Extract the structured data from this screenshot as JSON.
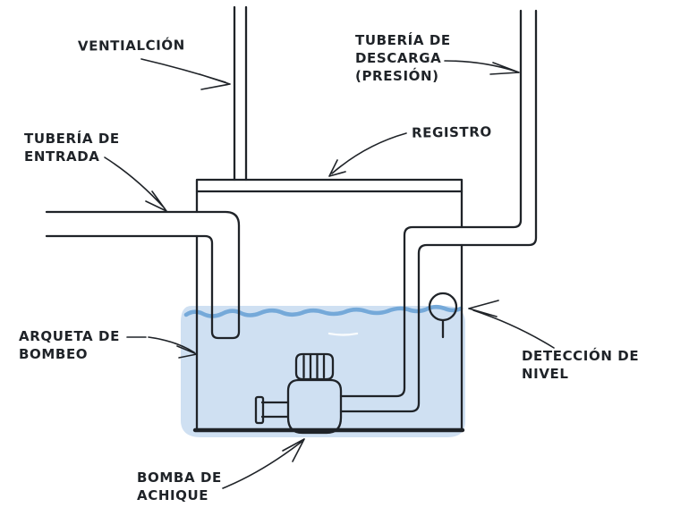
{
  "labels": {
    "ventilation": "VENTIALCIÓN",
    "discharge_pipe": "TUBERÍA DE\nDESCARGA\n(PRESIÓN)",
    "inlet_pipe": "TUBERÍA DE\nENTRADA",
    "access_cover": "REGISTRO",
    "pump_pit": "ARQUETA DE\nBOMBEO",
    "level_detection": "DETECCIÓN DE\nNIVEL",
    "sump_pump": "BOMBA DE\nACHIQUE"
  },
  "colors": {
    "ink": "#1f2328",
    "water_fill": "#cfe0f2",
    "water_wave": "#75a9d9",
    "background": "#ffffff"
  }
}
